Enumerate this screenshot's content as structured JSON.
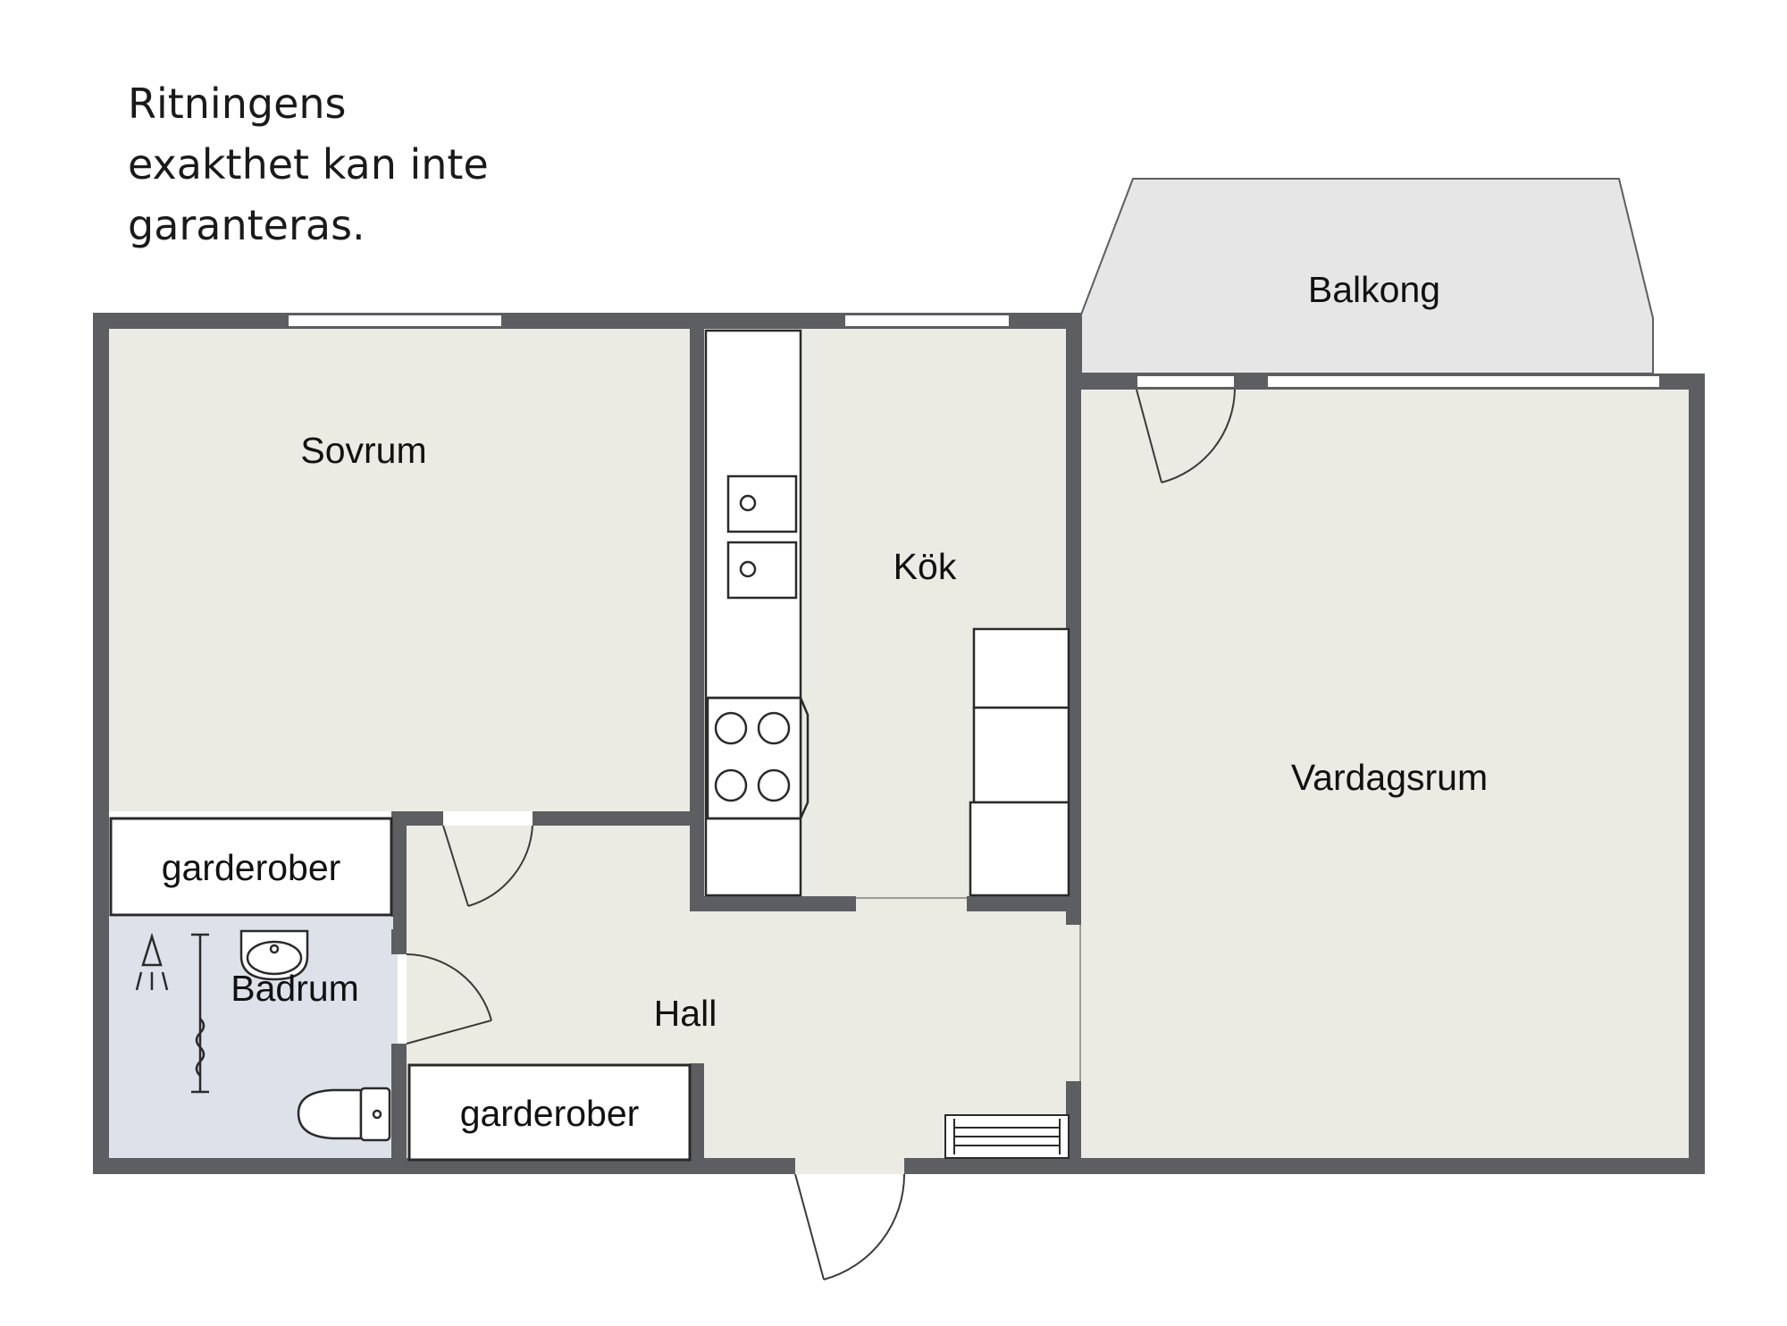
{
  "disclaimer": {
    "lines": [
      "Ritningens",
      "exakthet kan inte",
      "garanteras."
    ]
  },
  "rooms": {
    "balcony": "Balkong",
    "bedroom": "Sovrum",
    "kitchen": "Kök",
    "living_room": "Vardagsrum",
    "bathroom": "Badrum",
    "hall": "Hall"
  },
  "fixtures": {
    "wardrobe_bedroom": "garderober",
    "wardrobe_hall": "garderober"
  },
  "colors": {
    "wall": "#5d5e62",
    "floor": "#ebebe4",
    "bathroom_floor": "#dde2ea",
    "balcony_floor": "#e6e6e6",
    "fixture_fill": "#ffffff",
    "line": "#3a3a3a"
  }
}
